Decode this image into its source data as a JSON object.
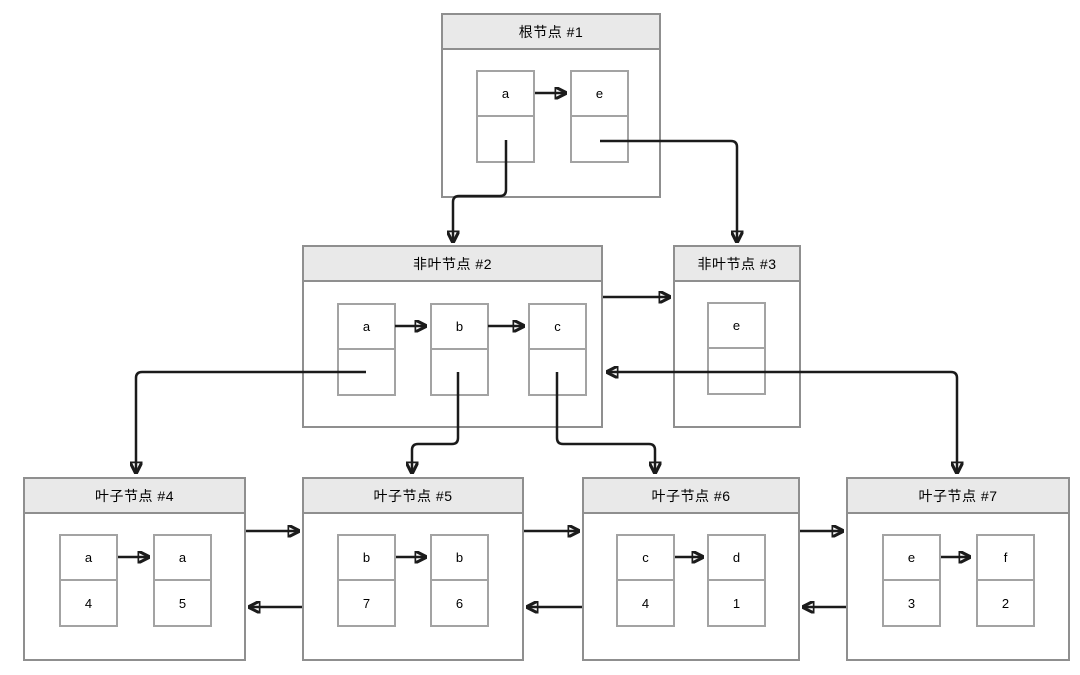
{
  "colors": {
    "node_border": "#8f8f8f",
    "cell_border": "#a3a3a3",
    "title_fill": "#e9e9e9",
    "node_fill": "#ffffff",
    "line": "#1b1b1b",
    "background": "#ffffff"
  },
  "diagram": {
    "nodes": [
      {
        "id": "root-1",
        "title": "根节点 #1",
        "cells": [
          {
            "key": "a",
            "value": ""
          },
          {
            "key": "e",
            "value": ""
          }
        ]
      },
      {
        "id": "internal-2",
        "title": "非叶节点 #2",
        "cells": [
          {
            "key": "a",
            "value": ""
          },
          {
            "key": "b",
            "value": ""
          },
          {
            "key": "c",
            "value": ""
          }
        ]
      },
      {
        "id": "internal-3",
        "title": "非叶节点 #3",
        "cells": [
          {
            "key": "e",
            "value": ""
          }
        ]
      },
      {
        "id": "leaf-4",
        "title": "叶子节点 #4",
        "cells": [
          {
            "key": "a",
            "value": "4"
          },
          {
            "key": "a",
            "value": "5"
          }
        ]
      },
      {
        "id": "leaf-5",
        "title": "叶子节点 #5",
        "cells": [
          {
            "key": "b",
            "value": "7"
          },
          {
            "key": "b",
            "value": "6"
          }
        ]
      },
      {
        "id": "leaf-6",
        "title": "叶子节点 #6",
        "cells": [
          {
            "key": "c",
            "value": "4"
          },
          {
            "key": "d",
            "value": "1"
          }
        ]
      },
      {
        "id": "leaf-7",
        "title": "叶子节点 #7",
        "cells": [
          {
            "key": "e",
            "value": "3"
          },
          {
            "key": "f",
            "value": "2"
          }
        ]
      }
    ],
    "edges": [
      {
        "from": "root-1.a",
        "to": "root-1.e",
        "type": "key-link"
      },
      {
        "from": "internal-2.a",
        "to": "internal-2.b",
        "type": "key-link"
      },
      {
        "from": "internal-2.b",
        "to": "internal-2.c",
        "type": "key-link"
      },
      {
        "from": "leaf-4.a4",
        "to": "leaf-4.a5",
        "type": "key-link"
      },
      {
        "from": "leaf-5.b7",
        "to": "leaf-5.b6",
        "type": "key-link"
      },
      {
        "from": "leaf-6.c4",
        "to": "leaf-6.d1",
        "type": "key-link"
      },
      {
        "from": "leaf-7.e3",
        "to": "leaf-7.f2",
        "type": "key-link"
      },
      {
        "from": "root-1.a",
        "to": "internal-2",
        "type": "child-pointer"
      },
      {
        "from": "root-1.e",
        "to": "internal-3",
        "type": "child-pointer"
      },
      {
        "from": "internal-2.a",
        "to": "leaf-4",
        "type": "child-pointer"
      },
      {
        "from": "internal-2.b",
        "to": "leaf-5",
        "type": "child-pointer"
      },
      {
        "from": "internal-2.c",
        "to": "leaf-6",
        "type": "child-pointer"
      },
      {
        "from": "internal-3.e",
        "to": "leaf-7",
        "type": "child-pointer"
      },
      {
        "from": "internal-2",
        "to": "internal-3",
        "type": "sibling-right"
      },
      {
        "from": "internal-3",
        "to": "internal-2",
        "type": "sibling-left"
      },
      {
        "from": "leaf-4",
        "to": "leaf-5",
        "type": "sibling-right"
      },
      {
        "from": "leaf-5",
        "to": "leaf-4",
        "type": "sibling-left"
      },
      {
        "from": "leaf-5",
        "to": "leaf-6",
        "type": "sibling-right"
      },
      {
        "from": "leaf-6",
        "to": "leaf-5",
        "type": "sibling-left"
      },
      {
        "from": "leaf-6",
        "to": "leaf-7",
        "type": "sibling-right"
      },
      {
        "from": "leaf-7",
        "to": "leaf-6",
        "type": "sibling-left"
      }
    ]
  }
}
